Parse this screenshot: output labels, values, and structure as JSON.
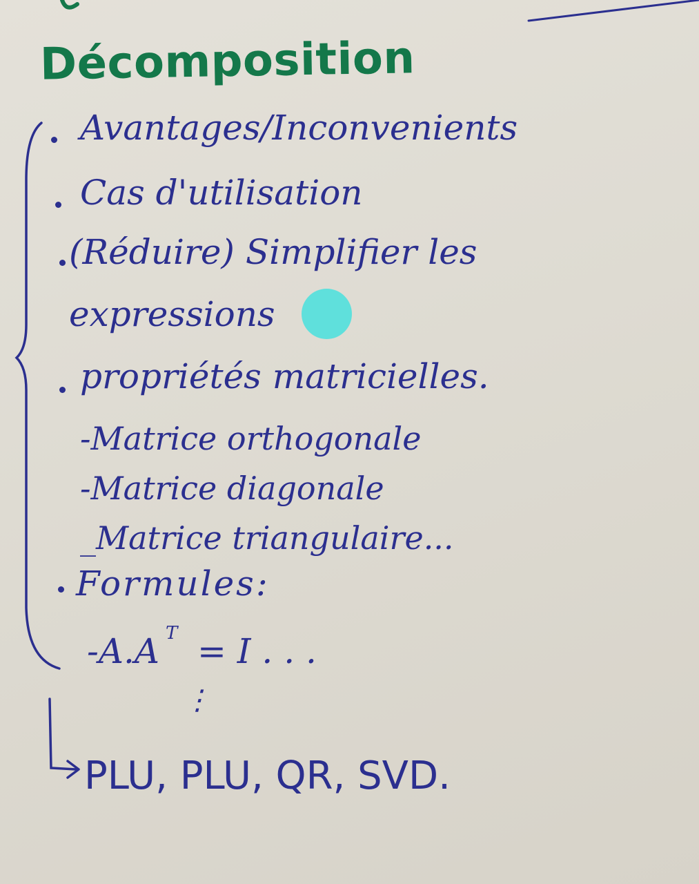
{
  "note": {
    "title": "Décomposition",
    "items": [
      "Avantages/Inconvenients",
      "Cas d'utilisation",
      "(Réduire) Simplifier les",
      "expressions",
      "propriétés matricielles.",
      "-Matrice orthogonale",
      "-Matrice diagonale",
      "_Matrice triangulaire...",
      "Formules:",
      "-A.A",
      "T",
      "= I . . .",
      "⋮",
      "PLU, PLU, QR, SVD."
    ]
  },
  "colors": {
    "title_ink": "#14784a",
    "body_ink": "#2b2f8f",
    "marker_dot": "#5fe0dc",
    "paper": "#e0ddd4"
  }
}
